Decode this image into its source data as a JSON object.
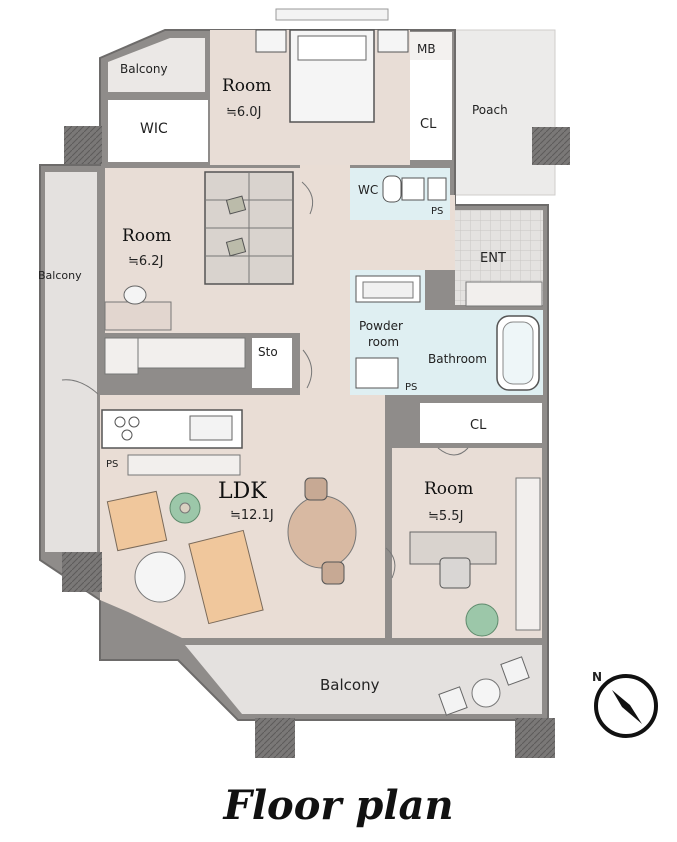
{
  "caption": "Floor plan",
  "labels": {
    "balcony_top": "Balcony",
    "room_top": "Room",
    "room_top_size": "≒6.0J",
    "mb": "MB",
    "cl_top": "CL",
    "poach": "Poach",
    "wic": "WIC",
    "wc": "WC",
    "ps_wc": "PS",
    "ent": "ENT",
    "balcony_left": "Balcony",
    "room_left": "Room",
    "room_left_size": "≒6.2J",
    "sto": "Sto",
    "powder_room_line1": "Powder",
    "powder_room_line2": "room",
    "bathroom": "Bathroom",
    "ps_bath": "PS",
    "ps_kitchen": "PS",
    "cl_right": "CL",
    "ldk": "LDK",
    "ldk_size": "≒12.1J",
    "room_right": "Room",
    "room_right_size": "≒5.5J",
    "balcony_bottom": "Balcony",
    "compass_n": "N"
  },
  "colors": {
    "wall": "#8f8c8a",
    "floor_room": "#e8ddd6",
    "floor_ldk": "#e9ddd5",
    "white_area": "#ffffff",
    "balcony": "#e4e1df",
    "wet_area": "#dfeff2",
    "ent_tile": "#e2e0de",
    "column": "#6f6d6c",
    "sofa": "#f0c79c",
    "table": "#d8b9a2",
    "plant": "#9cc7a9"
  },
  "icons": [
    "compass-icon",
    "plant-icon",
    "bed-icon",
    "toilet-icon",
    "bathtub-icon",
    "sink-icon",
    "sofa-icon",
    "table-icon"
  ]
}
